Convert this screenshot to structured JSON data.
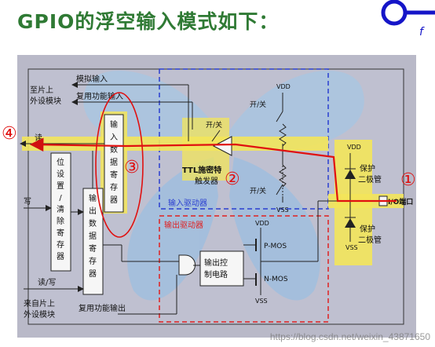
{
  "title": "GPIO的浮空输入模式如下：",
  "labels": {
    "analog_in": "模拟输入",
    "alt_in": "复用功能输入",
    "to_periph_1": "至片上",
    "to_periph_2": "外设模块",
    "read": "读",
    "write": "写",
    "read_write": "读/写",
    "from_periph_1": "来自片上",
    "from_periph_2": "外设模块",
    "alt_out": "复用功能输出",
    "in_reg": [
      "输",
      "入",
      "数",
      "据",
      "寄",
      "存",
      "器"
    ],
    "bsrr": [
      "位",
      "设",
      "置",
      "/",
      "清",
      "除",
      "寄",
      "存",
      "器"
    ],
    "out_reg": [
      "输",
      "出",
      "数",
      "据",
      "寄",
      "存",
      "器"
    ],
    "switch_top": "开/关",
    "switch_mid": "开/关",
    "switch_bot": "开/关",
    "ttl_1": "TTL施密特",
    "ttl_2": "触发器",
    "input_driver": "输入驱动器",
    "output_driver": "输出驱动器",
    "out_ctrl_1": "输出控",
    "out_ctrl_2": "制电路",
    "vdd": "VDD",
    "vss": "VSS",
    "pmos": "P-MOS",
    "nmos": "N-MOS",
    "prot_1": "保护",
    "prot_2": "二极管",
    "io_pin": "I/O端口"
  },
  "markers": [
    "①",
    "②",
    "③",
    "④"
  ],
  "watermark": "https://blog.csdn.net/weixin_43871650",
  "colors": {
    "title": "#2f7a34",
    "highlight": "#f3e55a",
    "path": "#e01010",
    "driver_box": "#2a3fd0",
    "out_driver_box": "#e02020",
    "board": "#b9b9c8",
    "logo": "#1515c8"
  }
}
